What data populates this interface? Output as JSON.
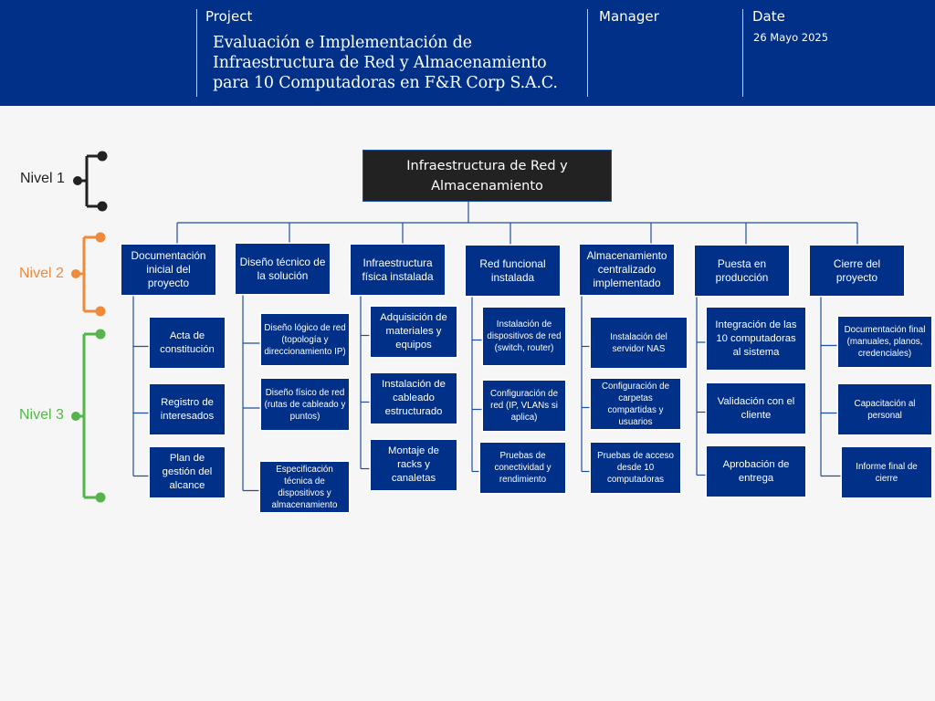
{
  "header": {
    "project_label": "Project",
    "project_title": "Evaluación e Implementación de Infraestructura de Red y Almacenamiento para 10 Computadoras en F&R Corp S.A.C.",
    "manager_label": "Manager",
    "manager_value": "",
    "date_label": "Date",
    "date_value": "26 Mayo 2025"
  },
  "colors": {
    "header_bg": "#003087",
    "box_bg": "#003087",
    "root_bg": "#222222",
    "connector": "#1f4f9e",
    "level1": "#222222",
    "level2": "#ef8a3a",
    "level3": "#55b54a"
  },
  "levels": [
    {
      "label": "Nivel 1",
      "color": "#222222"
    },
    {
      "label": "Nivel 2",
      "color": "#ef8a3a"
    },
    {
      "label": "Nivel 3",
      "color": "#55b54a"
    }
  ],
  "root": {
    "label": "Infraestructura de Red y Almacenamiento"
  },
  "branches": [
    {
      "label": "Documentación inicial del proyecto",
      "children": [
        {
          "label": "Acta de constitución"
        },
        {
          "label": "Registro de interesados"
        },
        {
          "label": "Plan de gestión del alcance"
        }
      ]
    },
    {
      "label": "Diseño técnico de la solución",
      "children": [
        {
          "label": "Diseño lógico de red (topología y direccionamiento IP)"
        },
        {
          "label": "Diseño físico de red (rutas de cableado y puntos)"
        },
        {
          "label": "Especificación técnica de dispositivos y almacenamiento"
        }
      ]
    },
    {
      "label": "Infraestructura física instalada",
      "children": [
        {
          "label": "Adquisición de materiales y equipos"
        },
        {
          "label": "Instalación de cableado estructurado"
        },
        {
          "label": "Montaje de racks y canaletas"
        }
      ]
    },
    {
      "label": "Red funcional instalada",
      "children": [
        {
          "label": "Instalación de dispositivos de red (switch, router)"
        },
        {
          "label": "Configuración de red (IP, VLANs si aplica)"
        },
        {
          "label": "Pruebas de conectividad y rendimiento"
        }
      ]
    },
    {
      "label": "Almacenamiento centralizado implementado",
      "children": [
        {
          "label": "Instalación del servidor NAS"
        },
        {
          "label": "Configuración de carpetas compartidas y usuarios"
        },
        {
          "label": "Pruebas de acceso desde 10 computadoras"
        }
      ]
    },
    {
      "label": "Puesta en producción",
      "children": [
        {
          "label": "Integración de las 10 computadoras al sistema"
        },
        {
          "label": "Validación con el cliente"
        },
        {
          "label": "Aprobación de entrega"
        }
      ]
    },
    {
      "label": "Cierre del proyecto",
      "children": [
        {
          "label": "Documentación final (manuales, planos, credenciales)"
        },
        {
          "label": "Capacitación al personal"
        },
        {
          "label": "Informe final de cierre"
        }
      ]
    }
  ]
}
